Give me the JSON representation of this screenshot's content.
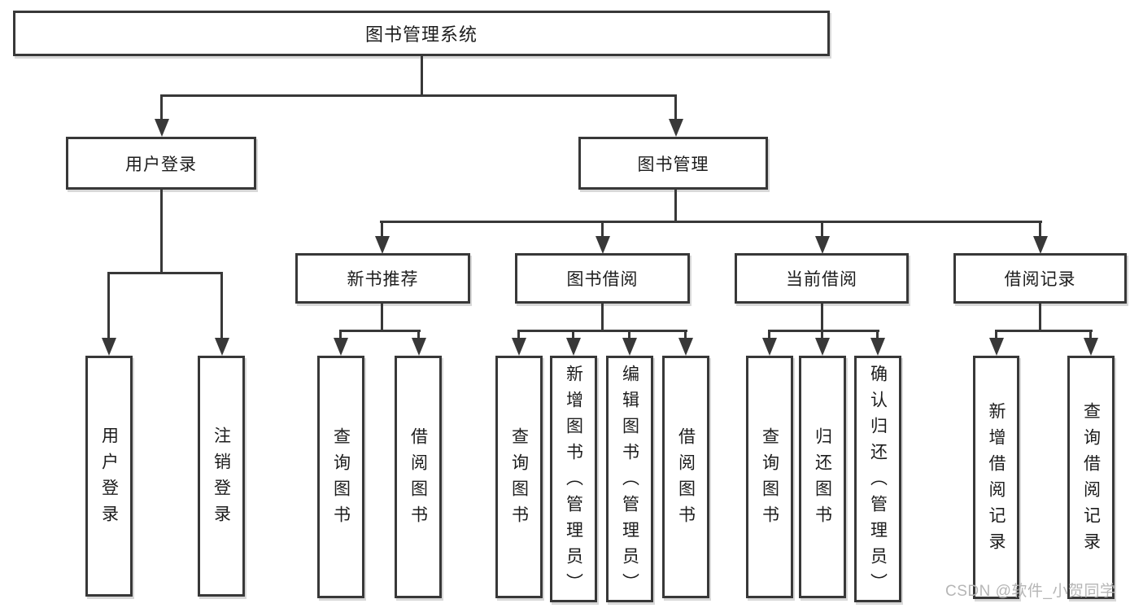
{
  "diagram": {
    "root": {
      "label": "图书管理系统"
    },
    "level2": {
      "user_login": {
        "label": "用户登录"
      },
      "book_mgmt": {
        "label": "图书管理"
      }
    },
    "level3": {
      "new_books": {
        "label": "新书推荐"
      },
      "book_borrow": {
        "label": "图书借阅"
      },
      "current_borrow": {
        "label": "当前借阅"
      },
      "borrow_records": {
        "label": "借阅记录"
      }
    },
    "leaves": {
      "user_login_leaf": {
        "label": "用户登录"
      },
      "logout_leaf": {
        "label": "注销登录"
      },
      "nb_query": {
        "label": "查询图书"
      },
      "nb_borrow": {
        "label": "借阅图书"
      },
      "bb_query": {
        "label": "查询图书"
      },
      "bb_add": {
        "label": "新增图书（管理员）"
      },
      "bb_edit": {
        "label": "编辑图书（管理员）"
      },
      "bb_borrow": {
        "label": "借阅图书"
      },
      "cb_query": {
        "label": "查询图书"
      },
      "cb_return": {
        "label": "归还图书"
      },
      "cb_confirm": {
        "label": "确认归还（管理员）"
      },
      "br_add": {
        "label": "新增借阅记录"
      },
      "br_query": {
        "label": "查询借阅记录"
      }
    },
    "watermark": "CSDN @软件_小贺同学",
    "colors": {
      "line": "#383838",
      "text": "#1c1c1c",
      "box_shadow": "#d8d8d8",
      "watermark": "#b6b6b6",
      "background": "#ffffff"
    }
  }
}
